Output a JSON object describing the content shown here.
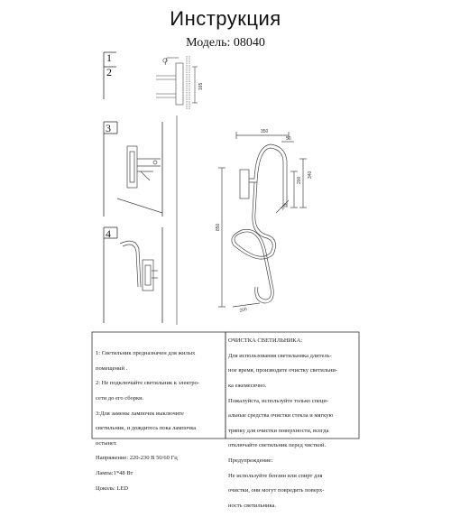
{
  "header": {
    "title": "Инструкция",
    "model": "Модель: 08040"
  },
  "steps": [
    "1",
    "2",
    "3",
    "4"
  ],
  "dimensions": {
    "width_top": "350",
    "side_small": "50",
    "height_a": "200",
    "height_b": "340",
    "offset": "105",
    "total_height": "850",
    "base_width": "200",
    "fig1_height": "165"
  },
  "left_text": [
    "1: Светильник предназначен для жилых",
    "помещений .",
    "2: Не подключайте светильник к электро-",
    "сети до его сборки.",
    "3:Для замены лампочек выключите",
    "светильник, и дождитесь пока лампочка",
    "остынет.",
    "Напряжение: 220-230 В 50/60 Гц",
    "Лампа:1*48 Вт",
    "Цоколь: LED"
  ],
  "right_text": [
    "ОЧИСТКА СВЕТИЛЬНИКА:",
    "Для использования светильника длитель-",
    "ное время, производите очистку светильни-",
    "ка ежемесячно.",
    "Пожалуйста, используйте только специ-",
    "альные средства очистки стекла и мягкую",
    "тряпку для очистки поверхности, всегда",
    "отключайте светильник перед чисткой.",
    "Предупреждение:",
    "Не используйте бензин или спирт для",
    "очистки, они могут повредить поверх-",
    "ность светильника."
  ]
}
